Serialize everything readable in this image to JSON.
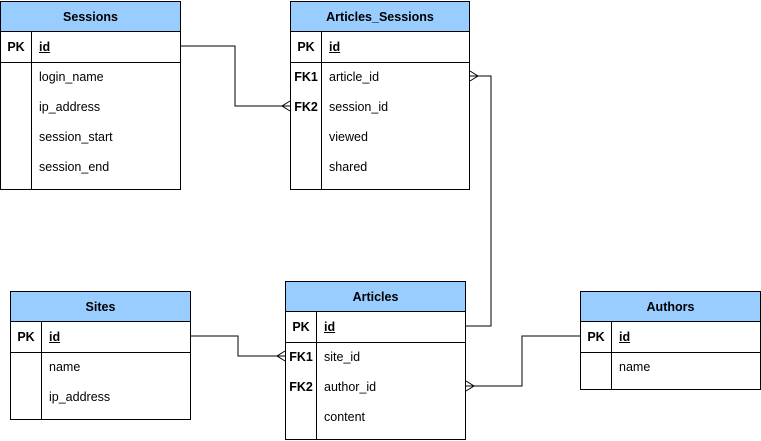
{
  "colors": {
    "header_fill": "#99ccff",
    "line": "#000000",
    "background": "#ffffff"
  },
  "entities": {
    "sessions": {
      "title": "Sessions",
      "pk": {
        "key": "PK",
        "name": "id"
      },
      "fields": [
        {
          "key": "",
          "name": "login_name"
        },
        {
          "key": "",
          "name": "ip_address"
        },
        {
          "key": "",
          "name": "session_start"
        },
        {
          "key": "",
          "name": "session_end"
        }
      ]
    },
    "articles_sessions": {
      "title": "Articles_Sessions",
      "pk": {
        "key": "PK",
        "name": "id"
      },
      "fields": [
        {
          "key": "FK1",
          "name": "article_id"
        },
        {
          "key": "FK2",
          "name": "session_id"
        },
        {
          "key": "",
          "name": "viewed"
        },
        {
          "key": "",
          "name": "shared"
        }
      ]
    },
    "sites": {
      "title": "Sites",
      "pk": {
        "key": "PK",
        "name": "id"
      },
      "fields": [
        {
          "key": "",
          "name": "name"
        },
        {
          "key": "",
          "name": "ip_address"
        }
      ]
    },
    "articles": {
      "title": "Articles",
      "pk": {
        "key": "PK",
        "name": "id"
      },
      "fields": [
        {
          "key": "FK1",
          "name": "site_id"
        },
        {
          "key": "FK2",
          "name": "author_id"
        },
        {
          "key": "",
          "name": "content"
        }
      ]
    },
    "authors": {
      "title": "Authors",
      "pk": {
        "key": "PK",
        "name": "id"
      },
      "fields": [
        {
          "key": "",
          "name": "name"
        }
      ]
    }
  },
  "relationships": [
    {
      "from": "sessions.id",
      "to": "articles_sessions.session_id",
      "cardinality": "one-to-many"
    },
    {
      "from": "articles.id",
      "to": "articles_sessions.article_id",
      "cardinality": "one-to-many"
    },
    {
      "from": "sites.id",
      "to": "articles.site_id",
      "cardinality": "one-to-many"
    },
    {
      "from": "authors.id",
      "to": "articles.author_id",
      "cardinality": "one-to-many"
    }
  ]
}
